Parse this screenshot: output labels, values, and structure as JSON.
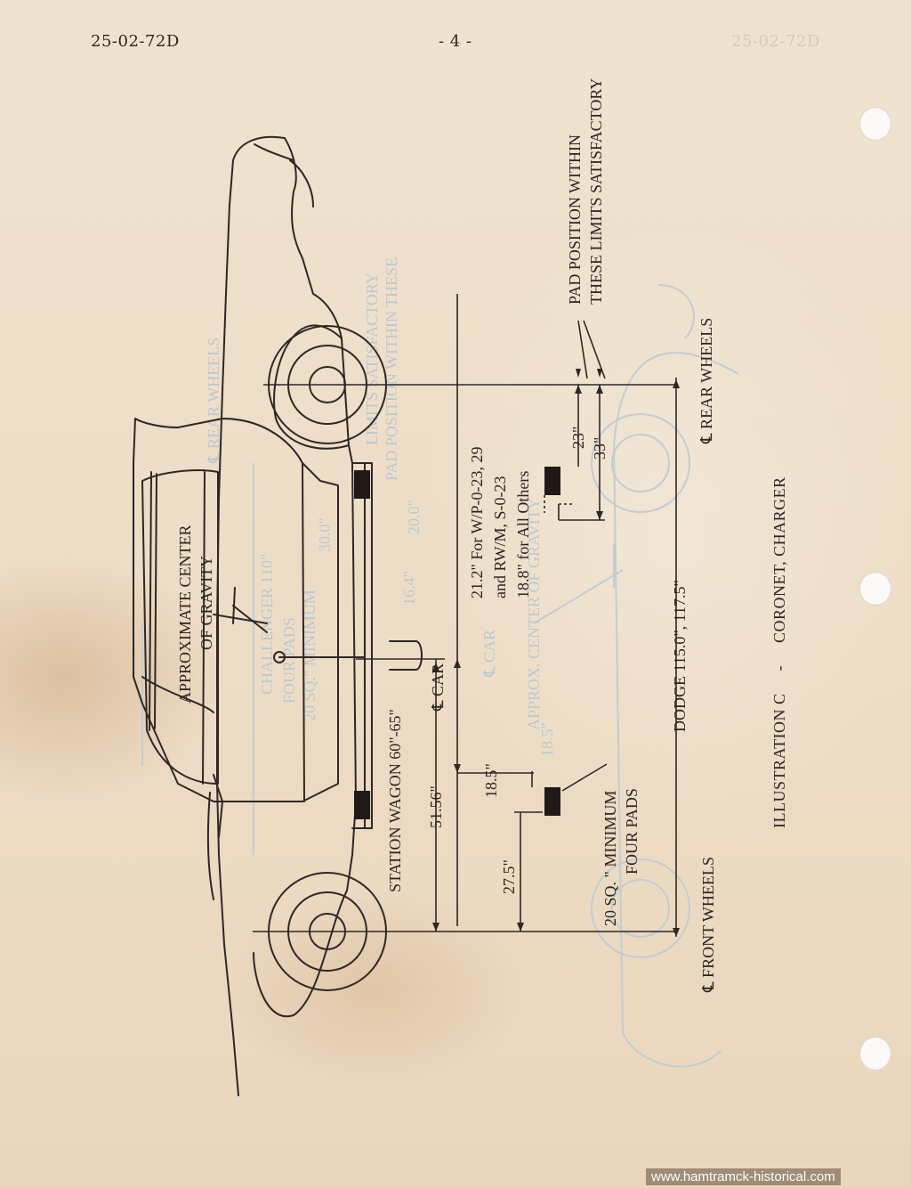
{
  "header": {
    "doc_code": "25-02-72D",
    "page_number": "- 4 -",
    "bleed_code": "25-02-72D"
  },
  "diagram": {
    "cog_label_1": "APPROXIMATE CENTER",
    "cog_label_2": "OF GRAVITY",
    "station_wagon": "STATION WAGON 60\"-65\"",
    "dim_51": "51.56\"",
    "cl_car": "℄ CAR",
    "dim_21_1": "21.2\" For W/P-0-23, 29",
    "dim_21_2": "and RW/M, S-0-23",
    "dim_21_3": "18.8\" for All Others",
    "dim_18": "18.5\"",
    "dim_27": "27.5\"",
    "dim_23": "23\"",
    "dim_33": "33\"",
    "pad_1": "20 SQ. \" MINIMUM",
    "pad_2": "FOUR PADS",
    "wheelbase": "DODGE 115.0\", 117.5\"",
    "front_wheels": "℄ FRONT WHEELS",
    "rear_wheels": "℄ REAR WHEELS",
    "pad_limit_1": "PAD POSITION WITHIN",
    "pad_limit_2": "THESE LIMITS SATISFACTORY",
    "illustration": "ILLUSTRATION C     -     CORONET, CHARGER"
  },
  "bleed_through": {
    "t1": "CHALLENGER 110\"",
    "t2": "FOUR PADS",
    "t3": "20 SQ.\" MINIMUM",
    "t4": "APPROX. CENTER OF GRAVITY",
    "t5": "PAD POSITION WITHIN THESE",
    "t6": "LIMITS SATISFACTORY",
    "t7": "℄ CAR",
    "t8": "℄ REAR WHEELS",
    "t9": "18.5\"",
    "t10": "16.4\"",
    "t11": "30.0\"",
    "t12": "20.0\""
  },
  "watermark": "www.hamtramck-historical.com"
}
